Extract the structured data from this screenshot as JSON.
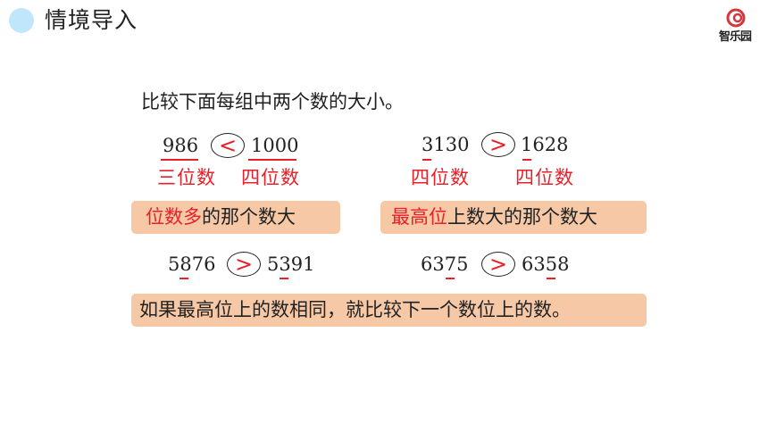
{
  "header": {
    "section_title": "情境导入",
    "logo_text": "智乐园"
  },
  "instruction": "比较下面每组中两个数的大小。",
  "group1": {
    "left": "986",
    "symbol": "<",
    "right": "1000",
    "left_label": "三位数",
    "right_label": "四位数"
  },
  "group2": {
    "left": "3130",
    "symbol": ">",
    "right": "1628",
    "left_label": "四位数",
    "right_label": "四位数"
  },
  "rule1": {
    "highlight": "位数多",
    "rest": "的那个数大"
  },
  "rule2": {
    "highlight": "最高位",
    "rest": "上数大的那个数大"
  },
  "group3": {
    "left": "5876",
    "symbol": ">",
    "right": "5391"
  },
  "group4": {
    "left": "6375",
    "symbol": ">",
    "right": "6358"
  },
  "rule3": "如果最高位上的数相同，就比较下一个数位上的数。",
  "colors": {
    "accent_red": "#e8202a",
    "box_fill": "#f6c8a6",
    "dot_fill": "#bfe6fb"
  }
}
